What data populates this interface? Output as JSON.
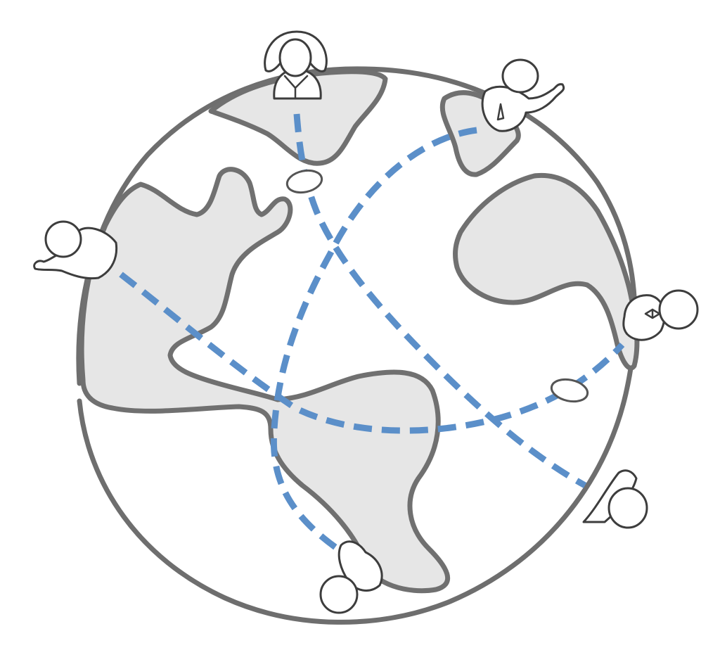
{
  "illustration": {
    "subject": "globe-network",
    "colors": {
      "land_fill": "#e6e6e6",
      "outline": "#6e6e6e",
      "route": "#5b8fc9",
      "background": "#ffffff"
    },
    "people_count": 6,
    "routes_count": 4
  }
}
